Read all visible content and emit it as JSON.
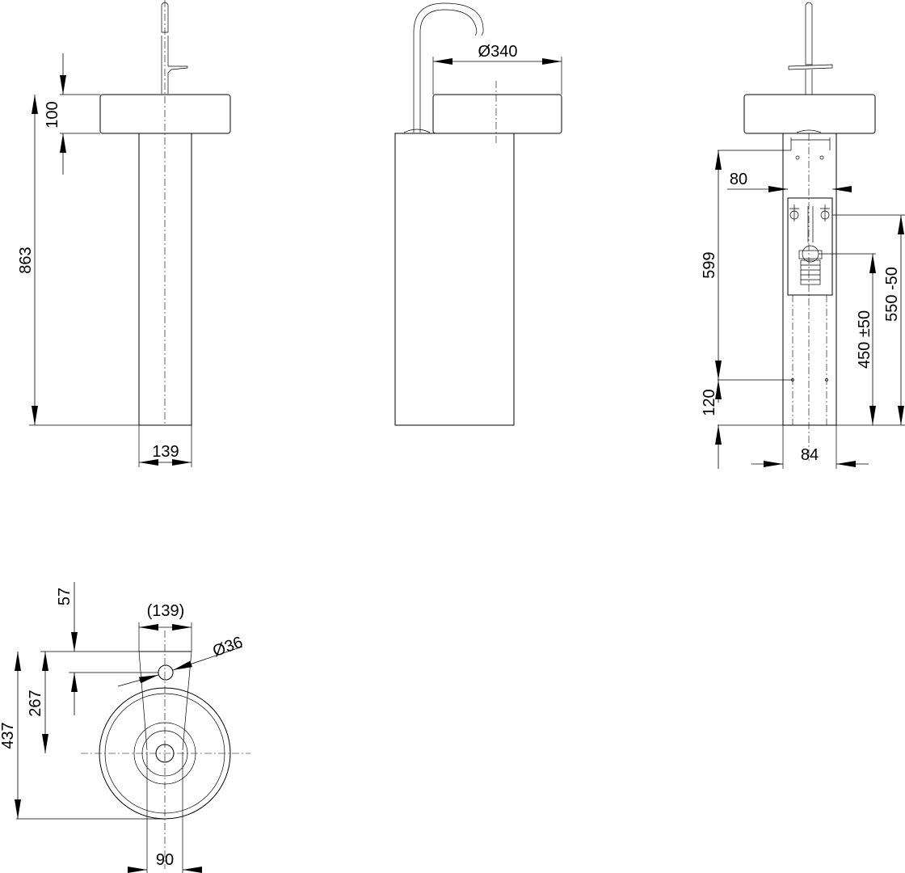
{
  "dimensions": {
    "front_basin_height": "100",
    "front_total_height": "863",
    "front_column_width": "139",
    "side_basin_diameter": "Ø340",
    "back_top_offset": "80",
    "back_panel_height": "599",
    "back_bottom_offset": "120",
    "back_column_width": "84",
    "back_drain_height": "450 ±50",
    "back_supply_height": "550 -50",
    "top_setback": "57",
    "top_column_width": "(139)",
    "top_hole_diameter": "Ø36",
    "top_hole_to_drain": "267",
    "top_total_depth": "437",
    "top_drain_diameter": "90"
  }
}
